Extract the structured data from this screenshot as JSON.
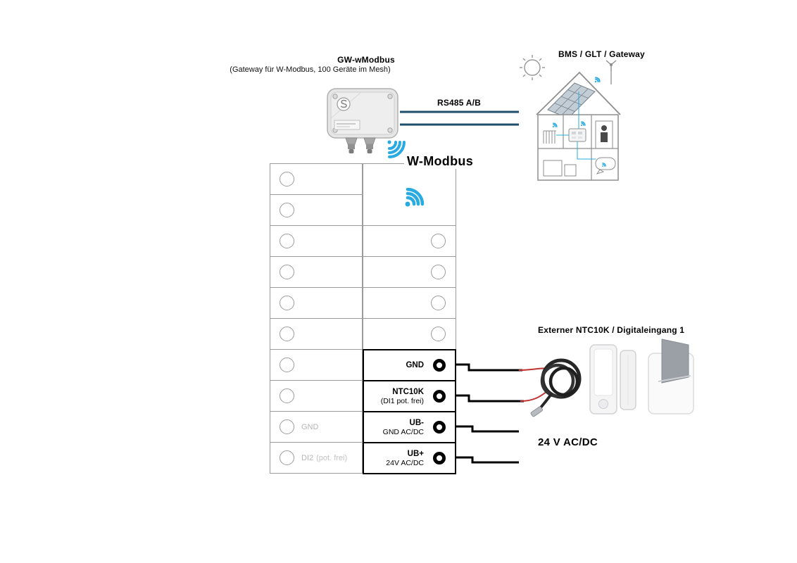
{
  "gateway": {
    "title": "GW-wModbus",
    "subtitle": "(Gateway für W-Modbus, 100 Geräte im Mesh)"
  },
  "bms": {
    "label": "BMS / GLT / Gateway"
  },
  "bus": {
    "label": "RS485 A/B"
  },
  "wireless": {
    "label": "W-Modbus"
  },
  "external": {
    "label": "Externer NTC10K / Digitaleingang 1"
  },
  "power": {
    "label": "24 V AC/DC"
  },
  "terminal_block": {
    "left_rows": [
      {
        "label": "",
        "sublabel": ""
      },
      {
        "label": "",
        "sublabel": ""
      },
      {
        "label": "",
        "sublabel": ""
      },
      {
        "label": "",
        "sublabel": ""
      },
      {
        "label": "",
        "sublabel": ""
      },
      {
        "label": "",
        "sublabel": ""
      },
      {
        "label": "",
        "sublabel": ""
      },
      {
        "label": "",
        "sublabel": ""
      },
      {
        "label": "GND",
        "sublabel": ""
      },
      {
        "label": "DI2",
        "sublabel": "(pot. frei)"
      }
    ],
    "right_terminals": [
      {
        "label": "GND",
        "sublabel": ""
      },
      {
        "label": "NTC10K",
        "sublabel": "(DI1 pot. frei)"
      },
      {
        "label": "UB-",
        "sublabel": "GND AC/DC"
      },
      {
        "label": "UB+",
        "sublabel": "24V AC/DC"
      }
    ]
  },
  "icons": {
    "wmodbus_wifi": "wifi-signal-icon",
    "device_wifi": "wifi-signal-icon",
    "sun": "sun-icon",
    "wind_turbine": "wind-turbine-icon",
    "terminal_connector": "screw-terminal-dot"
  },
  "colors": {
    "accent_blue": "#29abe2",
    "bus_line": "#1c4e6e",
    "wire_black": "#000000",
    "grid_border": "#9b9b9b",
    "muted_text": "#b4b4b6"
  }
}
